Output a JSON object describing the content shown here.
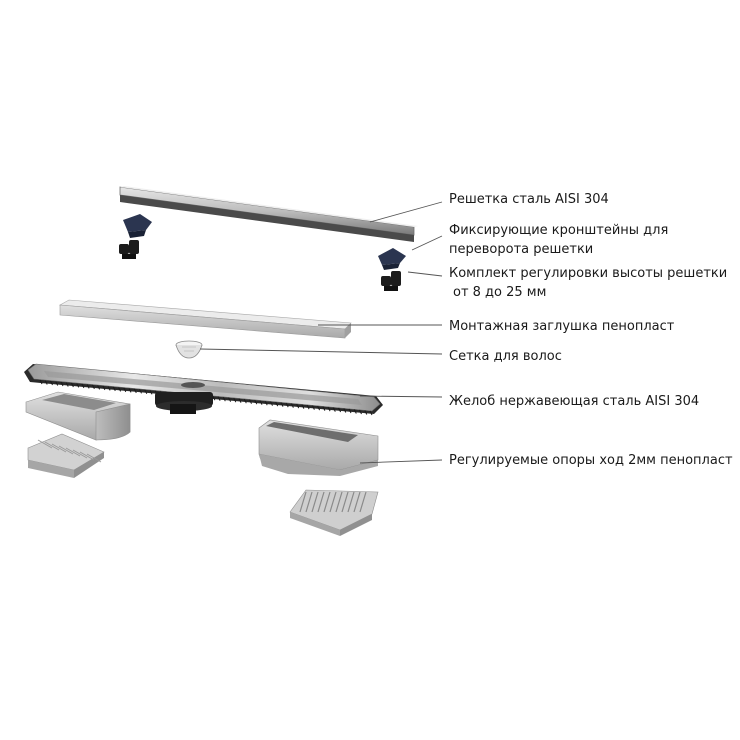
{
  "callouts": {
    "grate": {
      "lines": [
        "Решетка  сталь AISI 304"
      ]
    },
    "brackets": {
      "lines": [
        "Фиксирующие кронштейны для",
        "переворота решетки"
      ]
    },
    "height_kit": {
      "lines": [
        "Комплект регулировки высоты решетки",
        "от 8 до 25 мм"
      ]
    },
    "mounting_plug": {
      "lines": [
        "Монтажная заглушка  пенопласт"
      ]
    },
    "hair_strainer": {
      "lines": [
        "Сетка для волос"
      ]
    },
    "channel": {
      "lines": [
        "Желоб нержавеющая сталь AISI 304"
      ]
    },
    "supports": {
      "lines": [
        "Регулируемые опоры ход 2мм пенопласт"
      ]
    }
  },
  "colors": {
    "steel_light": "#d9d9d9",
    "steel_mid": "#a8a8a8",
    "steel_dark": "#5a5a5a",
    "foam_light": "#cfcfcf",
    "foam_dark": "#9a9a9a",
    "bracket_blue": "#2b3550",
    "bracket_black": "#1c1c1c",
    "leader_line": "#555555",
    "text": "#1a1a1a"
  }
}
